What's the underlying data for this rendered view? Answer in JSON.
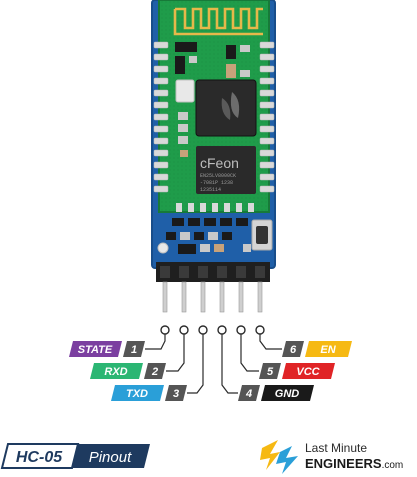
{
  "pins_left": [
    {
      "number": "1",
      "name": "STATE",
      "color": "#7b3fa0"
    },
    {
      "number": "2",
      "name": "RXD",
      "color": "#2bb673"
    },
    {
      "number": "3",
      "name": "TXD",
      "color": "#2a9fd8"
    }
  ],
  "pins_right": [
    {
      "number": "6",
      "name": "EN",
      "color": "#f6b913"
    },
    {
      "number": "5",
      "name": "VCC",
      "color": "#e02426"
    },
    {
      "number": "4",
      "name": "GND",
      "color": "#1a1a1a"
    }
  ],
  "module": {
    "chip_brand": "cFeon",
    "chip_line1": "EN25LV8000CK",
    "chip_line2": "-7081P 1238",
    "chip_line3": "1235114"
  },
  "title": {
    "model": "HC-05",
    "label": "Pinout"
  },
  "brand": {
    "line1": "Last Minute",
    "line2": "ENGINEERS",
    "suffix": ".com"
  },
  "colors": {
    "board_blue": "#1f5fa8",
    "pcb_green": "#1f9c4a",
    "antenna_gold": "#e6b84a",
    "pin_number_gray": "#555555"
  }
}
